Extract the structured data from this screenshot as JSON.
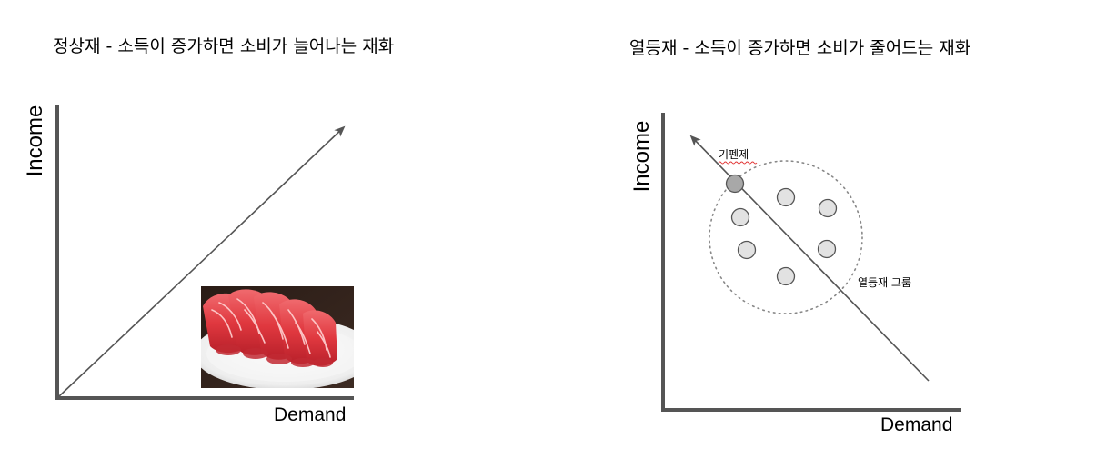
{
  "left_panel": {
    "title": "정상재 - 소득이 증가하면 소비가 늘어나는 재화",
    "y_axis_label": "Income",
    "x_axis_label": "Demand",
    "photo": "sliced raw beef rolls on a white plate"
  },
  "right_panel": {
    "title": "열등재 - 소득이 증가하면 소비가 줄어드는 재화",
    "y_axis_label": "Income",
    "x_axis_label": "Demand",
    "highlighted_item_label": "기펜제",
    "group_label": "열등재 그룹",
    "group_circle_count": 7
  },
  "colors": {
    "axis": "#555555",
    "arrow": "#555555",
    "circle_fill": "#e2e2e2",
    "highlight_fill": "#a8a8a8",
    "circle_stroke": "#555555",
    "dotted_group": "#888888",
    "spell_underline": "#e03030"
  }
}
